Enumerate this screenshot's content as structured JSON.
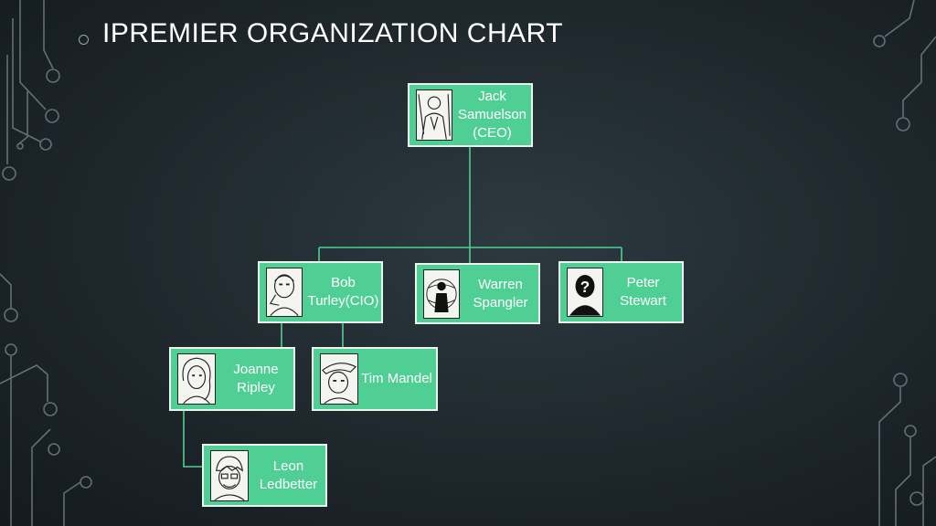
{
  "title": "IPREMIER ORGANIZATION CHART",
  "colors": {
    "node_fill": "#4fcf94",
    "node_border": "#e9f7ef",
    "connector": "#4fcf94",
    "background": "#1e272c"
  },
  "nodes": {
    "jack": {
      "name": "Jack\nSamuelson\n(CEO)",
      "icon": "portrait-sketch-icon"
    },
    "bob": {
      "name": "Bob\nTurley(CIO)",
      "icon": "portrait-sketch-icon"
    },
    "warren": {
      "name": "Warren\nSpangler",
      "icon": "anonymous-mask-icon"
    },
    "peter": {
      "name": "Peter\nStewart",
      "icon": "question-silhouette-icon"
    },
    "joanne": {
      "name": "Joanne\nRipley",
      "icon": "portrait-sketch-icon"
    },
    "tim": {
      "name": "Tim Mandel",
      "icon": "portrait-sketch-icon"
    },
    "leon": {
      "name": "Leon\nLedbetter",
      "icon": "portrait-sketch-icon"
    }
  }
}
